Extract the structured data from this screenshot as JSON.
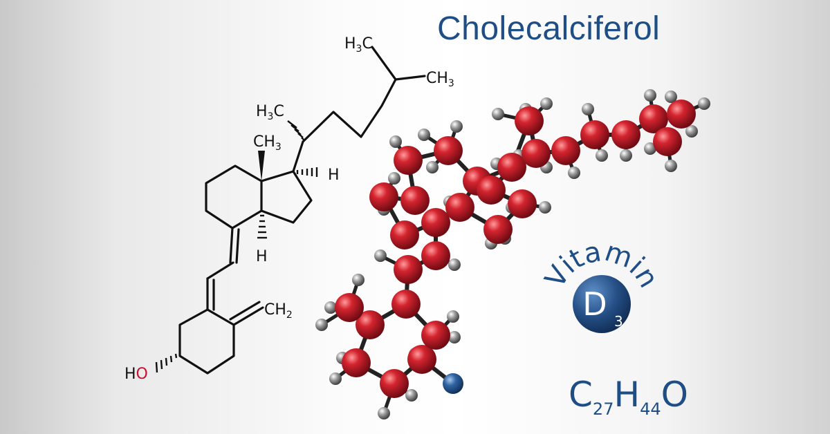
{
  "title": "Cholecalciferol",
  "badge": {
    "arc_text": "Vitamin",
    "label": "D",
    "subscript": "3"
  },
  "formula": {
    "parts": [
      {
        "el": "C",
        "n": "27"
      },
      {
        "el": "H",
        "n": "44"
      },
      {
        "el": "O",
        "n": ""
      }
    ]
  },
  "structure_labels": {
    "h3c_top": "H3C",
    "ch3_top": "CH3",
    "h3c_mid": "H3C",
    "ch3_mid": "CH3",
    "h_right": "H",
    "h_bottom": "H",
    "ch2": "CH2",
    "ho_h": "H",
    "ho_o": "O"
  },
  "colors": {
    "title": "#1f4e86",
    "carbon": "#c0192b",
    "hydrogen": "#8d8d8d",
    "oxygen": "#2a5d8f",
    "bond": "#111111",
    "hydroxyl_o": "#c8102e"
  }
}
